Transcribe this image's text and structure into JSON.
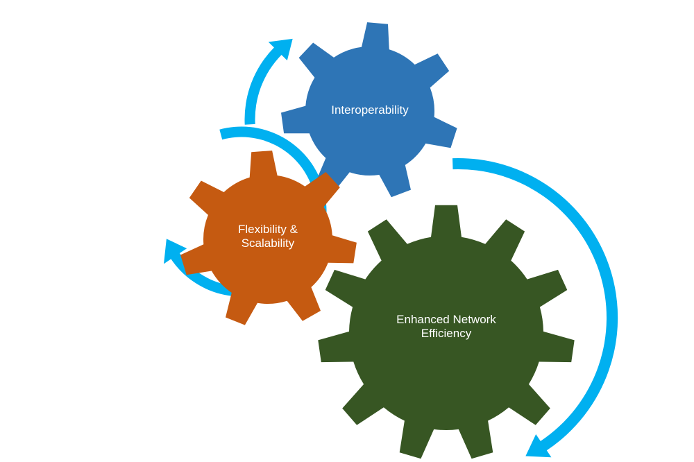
{
  "gears": [
    {
      "id": "interoperability",
      "lines": [
        "Interoperability"
      ],
      "color": "#2E75B6"
    },
    {
      "id": "flexibility-scalability",
      "lines": [
        "Flexibility &",
        "Scalability"
      ],
      "color": "#C55A11"
    },
    {
      "id": "enhanced-network-efficiency",
      "lines": [
        "Enhanced Network",
        "Efficiency"
      ],
      "color": "#375623"
    }
  ],
  "arrow_color": "#00B0F0"
}
